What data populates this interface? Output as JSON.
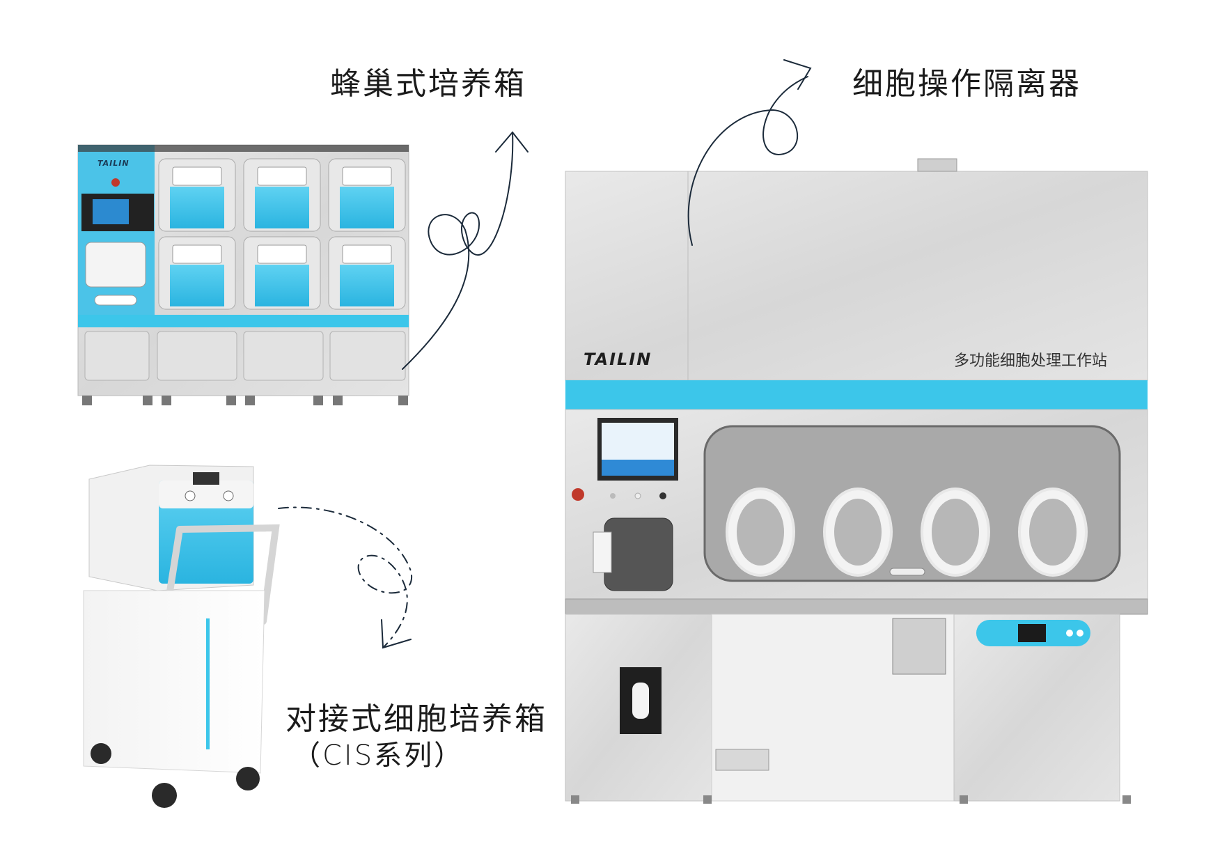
{
  "labels": {
    "honeycomb": "蜂巢式培养箱",
    "isolator": "细胞操作隔离器",
    "docking_line1": "对接式细胞培养箱",
    "docking_line2": "（CIS系列）"
  },
  "isolator_panel": {
    "brand": "TAILIN",
    "product_name": "多功能细胞处理工作站"
  },
  "honeycomb_unit": {
    "brand": "TAILIN"
  },
  "colors": {
    "accent_cyan": "#3cc6ea",
    "steel": "#dcdcdc",
    "ink": "#1b2a3a"
  }
}
